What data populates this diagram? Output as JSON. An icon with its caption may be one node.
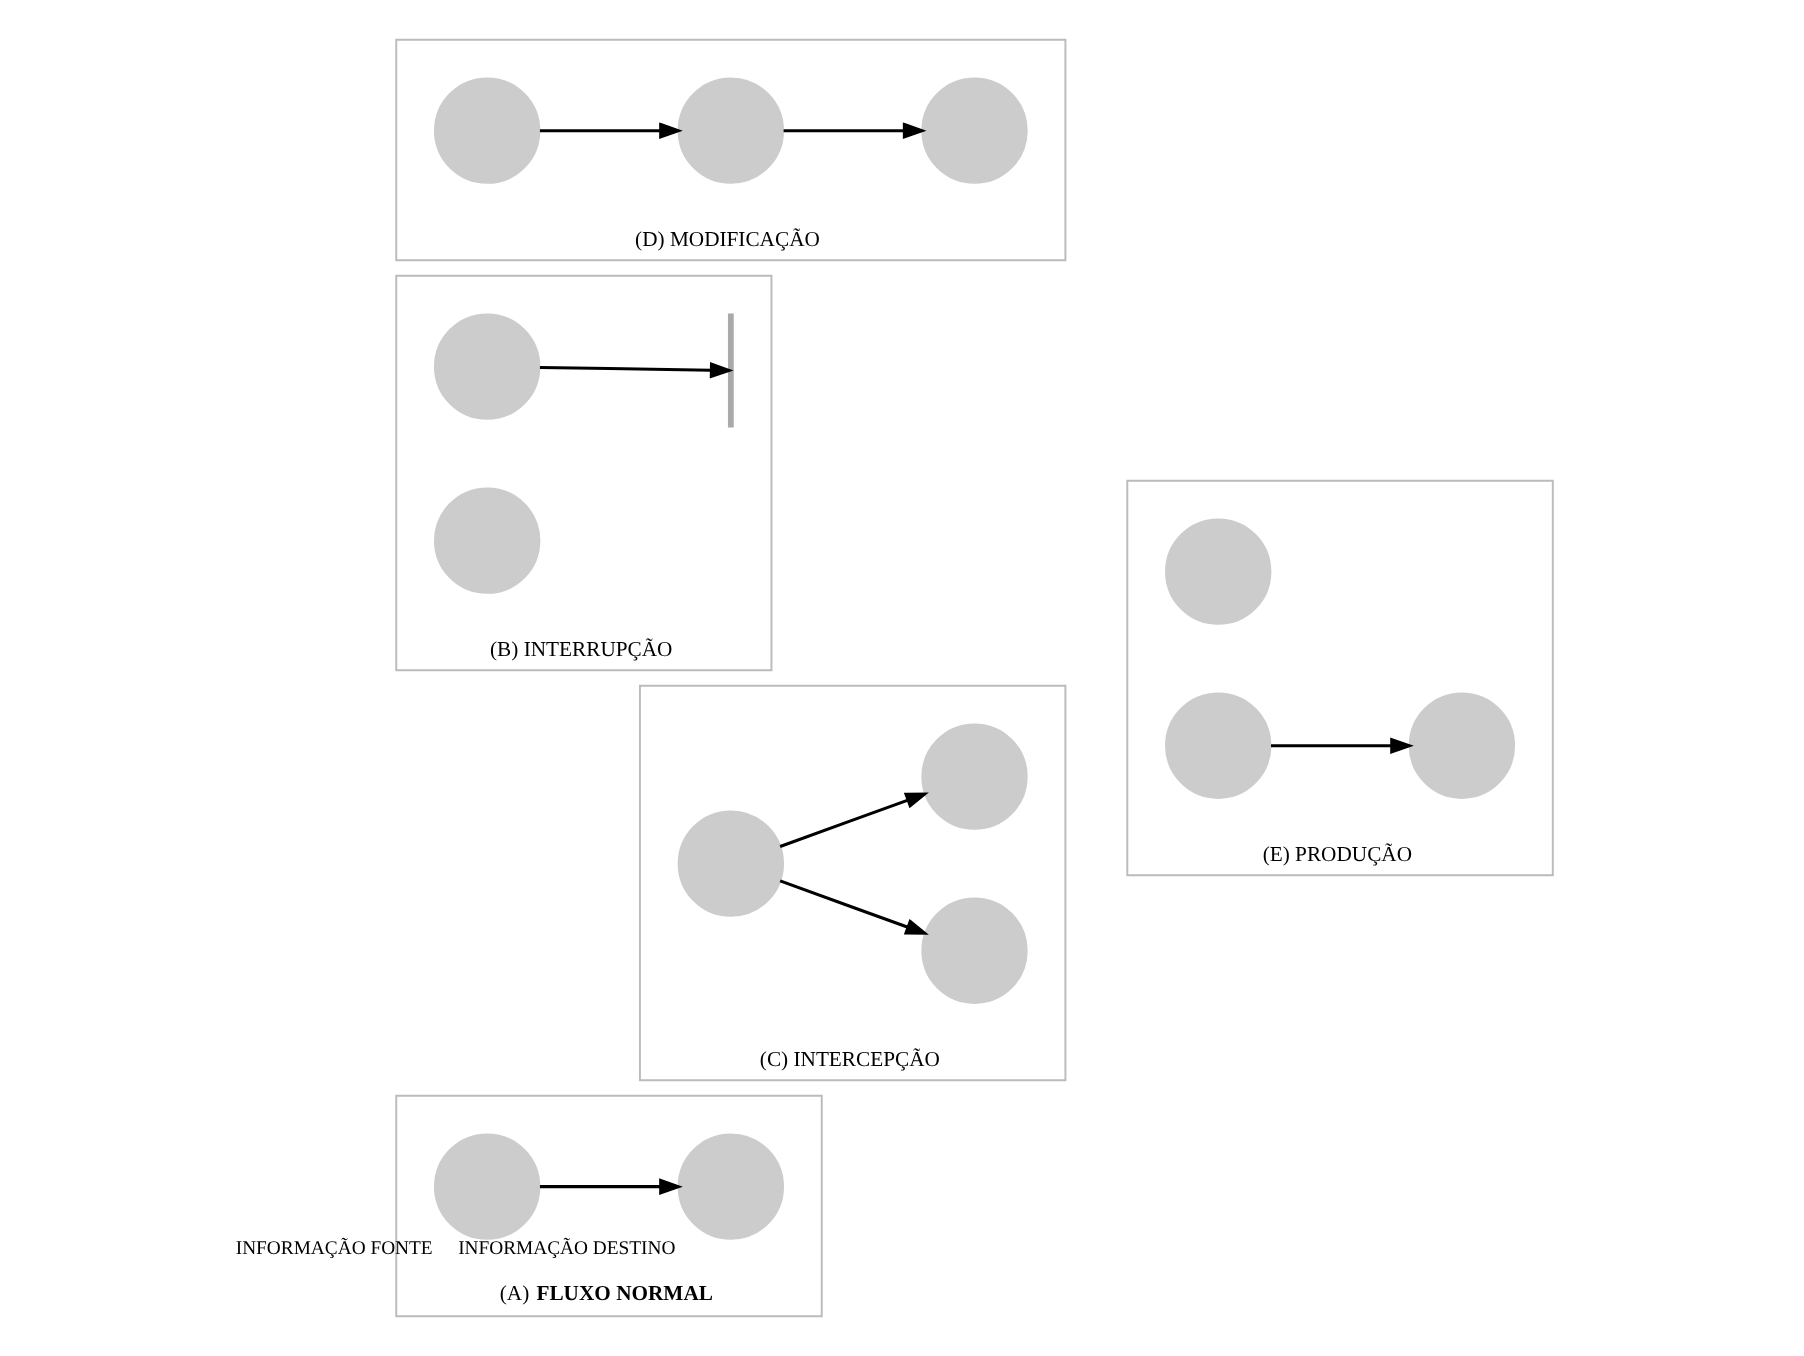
{
  "diagram": {
    "nodes": [
      {
        "text": [
          "(A) **FLUXO NORMAL**"
        ]
      },
      {
        "text": [],
        "shape": "circle",
        "in": 0,
        "beside": [
          "INFORMAÇÃO FONTE"
        ]
      },
      {
        "text": [],
        "shape": "circle",
        "in": 0,
        "beside": [
          "INFORMAÇÃO DESTINO"
        ]
      },
      {
        "text": [
          "(B) INTERRUPÇÃO"
        ]
      },
      {
        "text": [],
        "shape": "circle",
        "in": 3
      },
      {
        "text": [],
        "shape": "bar",
        "in": 3
      },
      {
        "text": [],
        "shape": "circle",
        "in": 3
      },
      {
        "text": [
          "(C) INTERCEPÇÃO"
        ]
      },
      {
        "text": [],
        "shape": "circle",
        "in": 7
      },
      {
        "text": [],
        "shape": "circle",
        "in": 7
      },
      {
        "text": [],
        "shape": "circle",
        "in": 7
      },
      {
        "text": [
          "(D) MODIFICAÇÃO"
        ]
      },
      {
        "text": [],
        "shape": "circle",
        "in": 11
      },
      {
        "text": [],
        "shape": "circle",
        "in": 11
      },
      {
        "text": [],
        "shape": "circle",
        "in": 11
      },
      {
        "text": [
          "(E) PRODUÇÃO"
        ]
      },
      {
        "text": [],
        "shape": "circle",
        "in": 15
      },
      {
        "text": [],
        "shape": "circle",
        "in": 15
      },
      {
        "text": [],
        "shape": "circle",
        "in": 15
      }
    ],
    "edges": [
      {
        "from": 1,
        "to": 2,
        "arrow": "to"
      },
      {
        "from": 4,
        "to": 5,
        "arrow": "to"
      },
      {
        "from": 8,
        "to": 10,
        "arrow": "to"
      },
      {
        "from": 8,
        "to": 9,
        "arrow": "to"
      },
      {
        "from": 12,
        "to": 13,
        "arrow": "to"
      },
      {
        "from": 13,
        "to": 14,
        "arrow": "to"
      },
      {
        "from": 17,
        "to": 18,
        "arrow": "to"
      }
    ]
  }
}
